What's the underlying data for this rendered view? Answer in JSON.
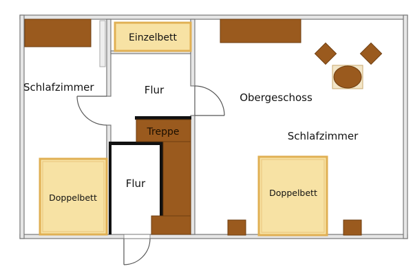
{
  "colors": {
    "wall": "#777777",
    "wall_inner": "#e4e4e4",
    "dark_wall": "#111111",
    "wood": "#9a5a1e",
    "wood_border": "#6e3d10",
    "bed_fill": "#f7e2a4",
    "bed_border": "#e0b054"
  },
  "rooms": {
    "left_bedroom": "Schlafzimmer",
    "hall_top": "Flur",
    "hall_bottom": "Flur",
    "upper_floor": "Obergeschoss",
    "right_bedroom": "Schlafzimmer",
    "stairs": "Treppe"
  },
  "furniture": {
    "single_bed": "Einzelbett",
    "double_bed_left": "Doppelbett",
    "double_bed_right": "Doppelbett"
  }
}
